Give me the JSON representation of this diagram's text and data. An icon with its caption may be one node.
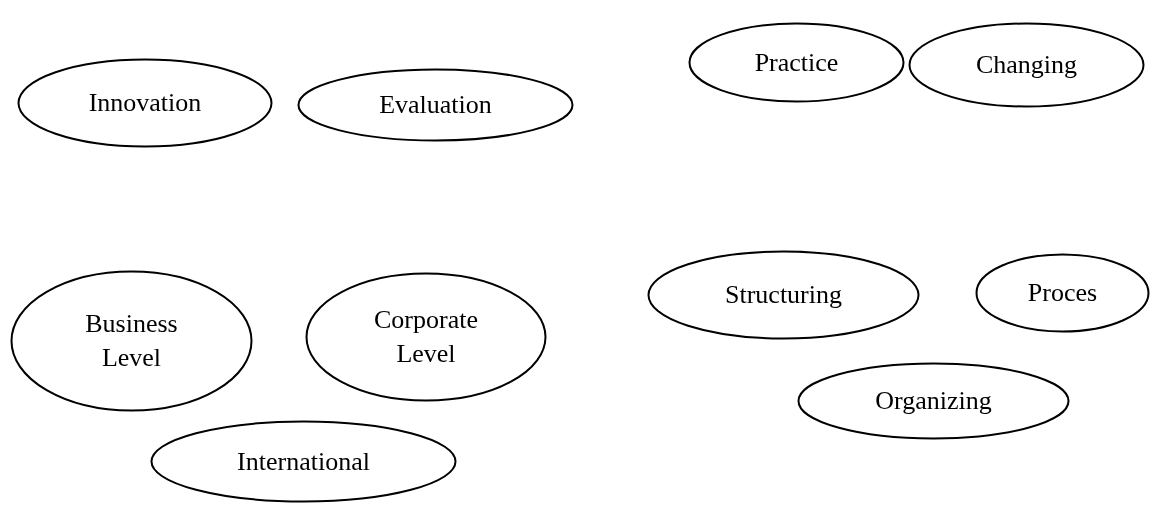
{
  "diagram": {
    "nodes": [
      {
        "text": [
          "Innovation"
        ]
      },
      {
        "text": [
          "Evaluation"
        ]
      },
      {
        "text": [
          "Practice"
        ]
      },
      {
        "text": [
          "Changing"
        ]
      },
      {
        "text": [
          "Business Level"
        ]
      },
      {
        "text": [
          "Corporate Level"
        ]
      },
      {
        "text": [
          "International"
        ]
      },
      {
        "text": [
          "Structuring"
        ]
      },
      {
        "text": [
          "Proces"
        ]
      },
      {
        "text": [
          "Organizing"
        ]
      }
    ]
  }
}
